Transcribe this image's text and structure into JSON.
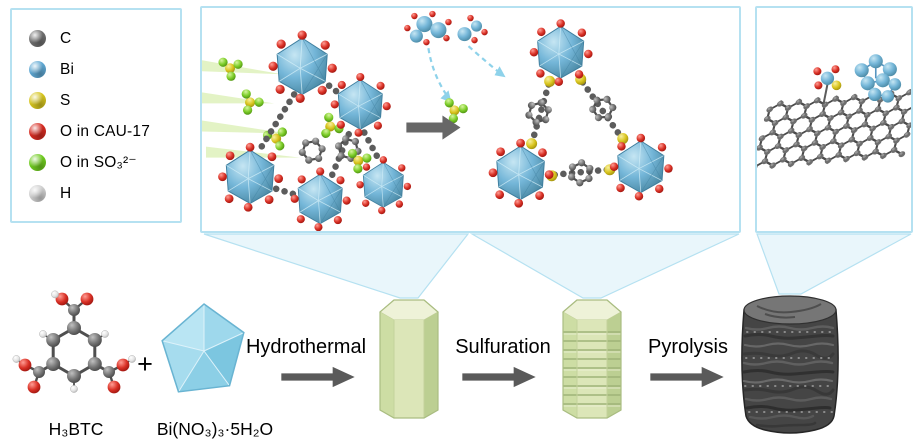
{
  "colors": {
    "panel_border": "#b5e1f1",
    "callout_fill": "#cfeaf5",
    "reaction_arrow": "#5a5a5a"
  },
  "legend": {
    "items": [
      {
        "label": "C",
        "color": "#6f6f6f"
      },
      {
        "label": "Bi",
        "color": "#5fa8d3"
      },
      {
        "label": "S",
        "color": "#d6c51f"
      },
      {
        "label": "O in CAU-17",
        "color": "#d62b21"
      },
      {
        "label": "O in SO₃²⁻",
        "color": "#6fcb1f"
      },
      {
        "label": "H",
        "color": "#cfcfcf"
      }
    ]
  },
  "scheme": {
    "reactant1": "H₃BTC",
    "plus": "+",
    "reactant2": "Bi(NO₃)₃·5H₂O",
    "steps": [
      "Hydrothermal",
      "Sulfuration",
      "Pyrolysis"
    ]
  }
}
